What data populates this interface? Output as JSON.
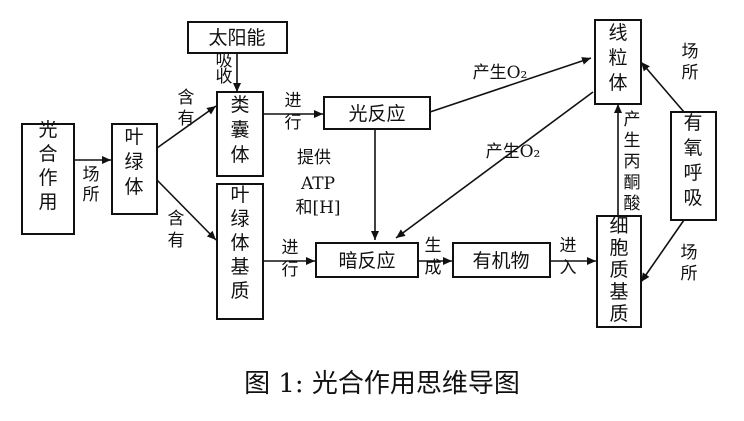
{
  "nodes": {
    "photosynthesis": "光合作用",
    "chloroplast": "叶绿体",
    "solar_energy": "太阳能",
    "thylakoid": "类囊体",
    "light_reaction": "光反应",
    "stroma": "叶绿体基质",
    "dark_reaction": "暗反应",
    "organic_matter": "有机物",
    "mitochondria": "线粒体",
    "cytoplasm_matrix": "细胞质基质",
    "aerobic_respiration": "有氧呼吸"
  },
  "labels": {
    "site_1": "场所",
    "contains_1": "含有",
    "absorb": "吸收",
    "contains_2": "含有",
    "carry_out_1": "进行",
    "carry_out_2": "进行",
    "provide": "提供",
    "atp_h": "ATP和[H]",
    "produce_o2_1": "产生O₂",
    "produce_o2_2": "产生O₂",
    "generate": "生成",
    "enter": "进入",
    "produce_pyruvate": "产生丙酮酸",
    "site_2": "场所",
    "site_3": "场所"
  },
  "caption": "图 1: 光合作用思维导图"
}
